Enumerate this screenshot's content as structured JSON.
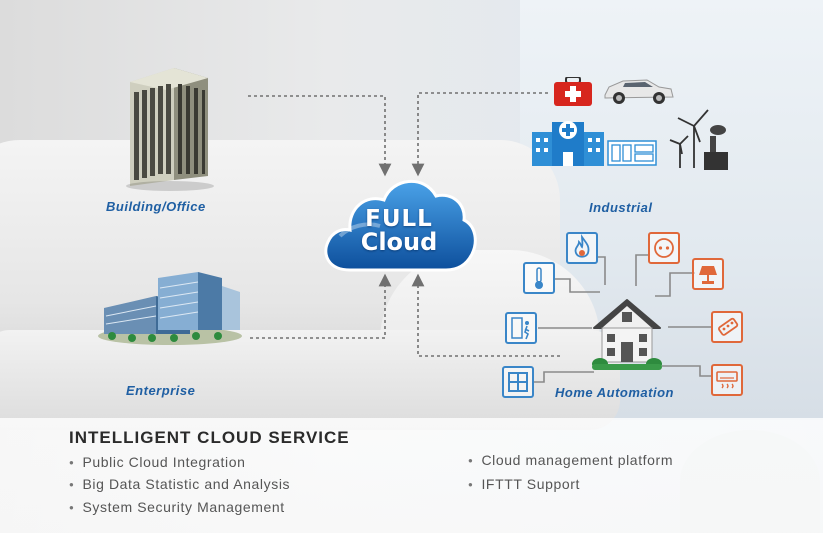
{
  "cloud": {
    "line1": "FULL",
    "line2": "Cloud"
  },
  "labels": {
    "building": "Building/Office",
    "enterprise": "Enterprise",
    "industrial": "Industrial",
    "home": "Home Automation"
  },
  "panel": {
    "title": "INTELLIGENT CLOUD SERVICE",
    "features_left": [
      "Public Cloud Integration",
      "Big Data Statistic and Analysis",
      "System Security Management"
    ],
    "features_right": [
      "Cloud management platform",
      "IFTTT Support"
    ]
  },
  "colors": {
    "accent_blue": "#1f5fa3",
    "icon_blue": "#3a86c8",
    "icon_orange": "#e0683a",
    "cloud_blue": "#1f6fc4"
  },
  "icons": {
    "building": "office-tower-icon",
    "enterprise": "enterprise-campus-icon",
    "industrial": [
      "first-aid-kit-icon",
      "car-icon",
      "hospital-icon",
      "control-panel-icon",
      "wind-turbine-icon",
      "factory-icon"
    ],
    "home": [
      "thermometer-icon",
      "fire-alarm-icon",
      "power-outlet-icon",
      "lamp-icon",
      "door-sensor-icon",
      "remote-control-icon",
      "window-icon",
      "air-conditioner-icon",
      "house-icon"
    ]
  }
}
